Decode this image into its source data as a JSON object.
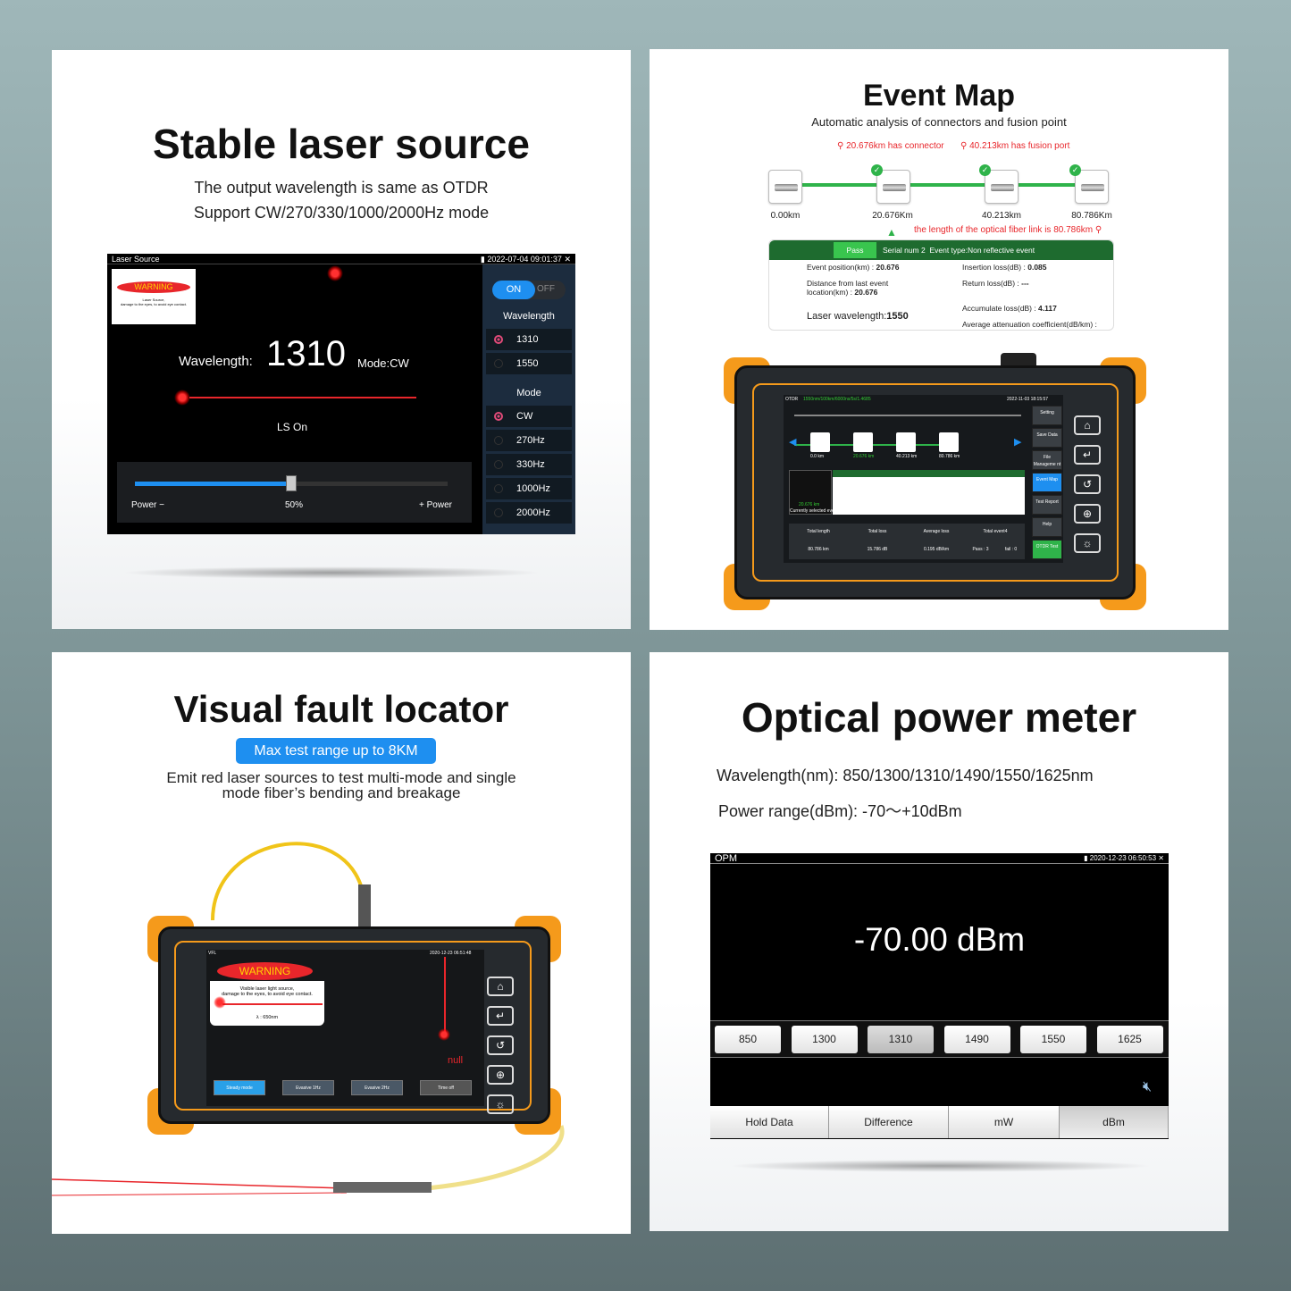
{
  "panels": {
    "laser_source": {
      "title": "Stable laser source",
      "subtitle_1": "The output wavelength is same as OTDR",
      "subtitle_2": "Support CW/270/330/1000/2000Hz mode",
      "screen": {
        "app_title": "Laser Source",
        "datetime": "2022-07-04 09:01:37",
        "warning": "WARNING",
        "warning_text_1": "Laser Source,",
        "warning_text_2": "damage to the eyes, to avoid eye contact.",
        "wavelength_label": "Wavelength:",
        "wavelength_value": "1310",
        "mode": "Mode:CW",
        "status": "LS On",
        "power_minus": "Power −",
        "power_value": "50%",
        "power_plus": "+ Power",
        "power_level_percent": 50,
        "toggle_on": "ON",
        "toggle_off": "OFF",
        "wavelength_header": "Wavelength",
        "wavelengths": [
          {
            "label": "1310",
            "selected": true
          },
          {
            "label": "1550",
            "selected": false
          }
        ],
        "mode_header": "Mode",
        "modes": [
          {
            "label": "CW",
            "selected": true
          },
          {
            "label": "270Hz",
            "selected": false
          },
          {
            "label": "330Hz",
            "selected": false
          },
          {
            "label": "1000Hz",
            "selected": false
          },
          {
            "label": "2000Hz",
            "selected": false
          }
        ]
      }
    },
    "event_map": {
      "title": "Event Map",
      "subtitle": "Automatic analysis of connectors and fusion point",
      "note_connector": "20.676km has connector",
      "note_fusion": "40.213km has fusion port",
      "distances": [
        "0.00km",
        "20.676Km",
        "40.213km",
        "80.786Km"
      ],
      "length_note": "the length of the optical fiber link is 80.786km",
      "pass": "Pass",
      "serial": "Serial num 2",
      "event_type": "Event type:Non reflective event",
      "event_position_label": "Event position(km) : ",
      "event_position": "20.676",
      "distance_label_1": "Distance from last event",
      "distance_label_2": "location(km) : ",
      "distance_value": "20.676",
      "laser_label": "Laser wavelength:",
      "laser_value": "1550",
      "insertion_label": "Insertion loss(dB) : ",
      "insertion_value": "0.085",
      "return_label": "Return loss(dB) : ",
      "return_value": "---",
      "accum_label": "Accumulate loss(dB) : ",
      "accum_value": "4.117",
      "atten_label": "Average attenuation coefficient(dB/km) :",
      "device": {
        "app": "OTDR",
        "params": "1550nm/100km/6000ns/5s/1.4685",
        "datetime": "2022-11-03 18:15:57",
        "distances": [
          "0.0 km",
          "20.676 km",
          "40.213 km",
          "80.786 km"
        ],
        "current": "Currently selected event",
        "current_km": "20.676 km",
        "side": [
          "Setting",
          "Save Data",
          "File Manageme nt",
          "Event Map",
          "Test Report",
          "Help",
          "OTDR Test"
        ],
        "summary_headers": [
          "Total length",
          "Total loss",
          "Average loss",
          "Total event4"
        ],
        "summary_values": [
          "80.786 km",
          "15.786 dB",
          "0.195 dB/km",
          "Pass : 3",
          "fail : 0"
        ]
      }
    },
    "vfl": {
      "title": "Visual fault locator",
      "badge": "Max test range up to 8KM",
      "desc_1": "Emit red laser sources to test multi-mode and single",
      "desc_2": "mode fiber’s bending and breakage",
      "screen": {
        "app": "VFL",
        "datetime": "2020-12-23 06:51:48",
        "warning": "WARNING",
        "warn_1": "Visible laser light source,",
        "warn_2": "damage to the eyes, to avoid eye contact.",
        "lambda": "λ : 650nm",
        "status": "null",
        "buttons": [
          {
            "label": "Steady mode",
            "selected": true
          },
          {
            "label": "Evasive 1Hz",
            "selected": false
          },
          {
            "label": "Evasive 2Hz",
            "selected": false
          },
          {
            "label": "Time off",
            "selected": false
          }
        ]
      }
    },
    "opm": {
      "title": "Optical power meter",
      "spec_1": "Wavelength(nm): 850/1300/1310/1490/1550/1625nm",
      "spec_2": "Power range(dBm): -70～+10dBm",
      "screen": {
        "app": "OPM",
        "datetime": "2020-12-23 06:50:53",
        "reading": "-70.00 dBm",
        "wavelengths": [
          {
            "label": "850",
            "selected": false
          },
          {
            "label": "1300",
            "selected": false
          },
          {
            "label": "1310",
            "selected": true
          },
          {
            "label": "1490",
            "selected": false
          },
          {
            "label": "1550",
            "selected": false
          },
          {
            "label": "1625",
            "selected": false
          }
        ],
        "bottom": [
          {
            "label": "Hold Data",
            "selected": false
          },
          {
            "label": "Difference",
            "selected": false
          },
          {
            "label": "mW",
            "selected": false
          },
          {
            "label": "dBm",
            "selected": true
          }
        ]
      }
    }
  },
  "colors": {
    "accent_blue": "#1e8ff0",
    "warning_red": "#e8262b",
    "pass_green": "#1e6b2f",
    "device_orange": "#f59a1b"
  }
}
